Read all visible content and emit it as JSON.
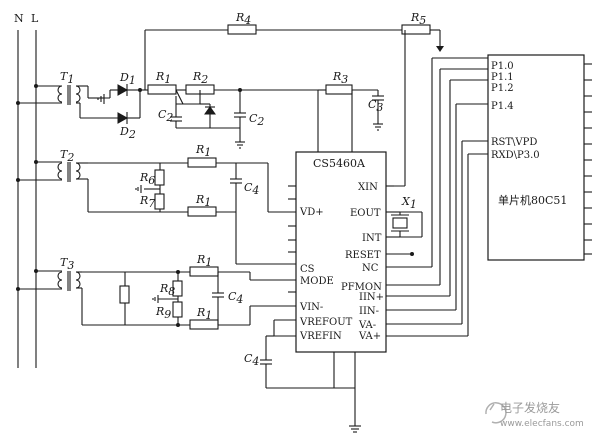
{
  "lines": {
    "n": "N",
    "l": "L"
  },
  "transformers": {
    "t1": "T",
    "t1_sub": "1",
    "t2": "T",
    "t2_sub": "2",
    "t3": "T",
    "t3_sub": "3"
  },
  "components": {
    "d1": "D",
    "d1_sub": "1",
    "d2": "D",
    "d2_sub": "2",
    "r1": "R",
    "r1_sub": "1",
    "r2": "R",
    "r2_sub": "2",
    "r3": "R",
    "r3_sub": "3",
    "r4": "R",
    "r4_sub": "4",
    "r5": "R",
    "r5_sub": "5",
    "r6": "R",
    "r6_sub": "6",
    "r7": "R",
    "r7_sub": "7",
    "r8": "R",
    "r8_sub": "8",
    "r9": "R",
    "r9_sub": "9",
    "c2a": "C",
    "c2a_sub": "2",
    "c2b": "C",
    "c2b_sub": "2",
    "c3": "C",
    "c3_sub": "3",
    "c4": "C",
    "c4_sub": "4",
    "c4b": "C",
    "c4b_sub": "4",
    "c4c": "C",
    "c4c_sub": "4",
    "x1": "X",
    "x1_sub": "1"
  },
  "cs5460a": {
    "title": "CS5460A",
    "pins_right": [
      "XIN",
      "EOUT",
      "INT",
      "RESET",
      "NC",
      "PFMON",
      "IIN+",
      "IIN-",
      "VA-",
      "VA+"
    ],
    "pins_left": [
      "VD+",
      "CS",
      "MODE",
      "VIN-",
      "VREFOUT",
      "VREFIN"
    ]
  },
  "mcu": {
    "title": "单片机80C51",
    "pins": [
      "P1.0",
      "P1.1",
      "P1.2",
      "P1.4",
      "RST\\VPD",
      "RXD\\P3.0"
    ]
  },
  "watermark": {
    "text": "电子发烧友",
    "url": "www.elecfans.com"
  }
}
